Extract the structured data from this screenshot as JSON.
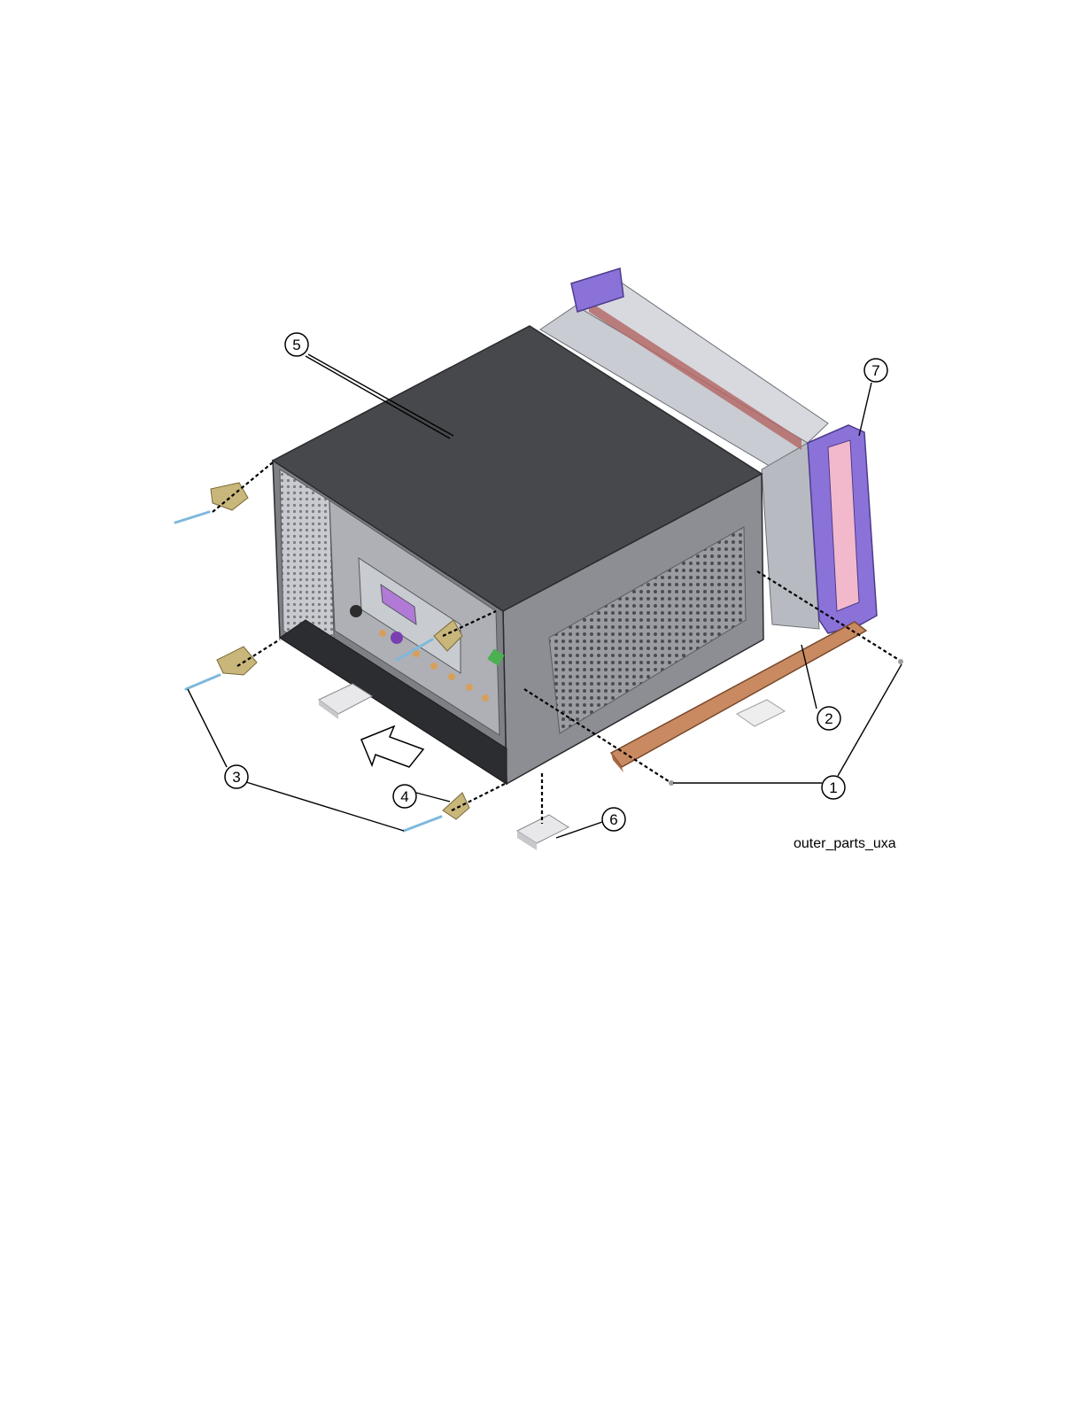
{
  "figure": {
    "name": "outer_parts_uxa",
    "callouts": [
      {
        "id": "c1",
        "label": "1"
      },
      {
        "id": "c2",
        "label": "2"
      },
      {
        "id": "c3",
        "label": "3"
      },
      {
        "id": "c4",
        "label": "4"
      },
      {
        "id": "c5",
        "label": "5"
      },
      {
        "id": "c6",
        "label": "6"
      },
      {
        "id": "c7",
        "label": "7"
      }
    ],
    "colors": {
      "cover": "#46484c",
      "cover_side": "#8c8e94",
      "rear_panel": "#aeb0b6",
      "front_handle": "#8b72d8",
      "side_strap": "#c98a62",
      "rear_feet": "#c8b67a",
      "bottom_feet": "#e8e8ea",
      "screws": "#7fb8dc"
    }
  }
}
